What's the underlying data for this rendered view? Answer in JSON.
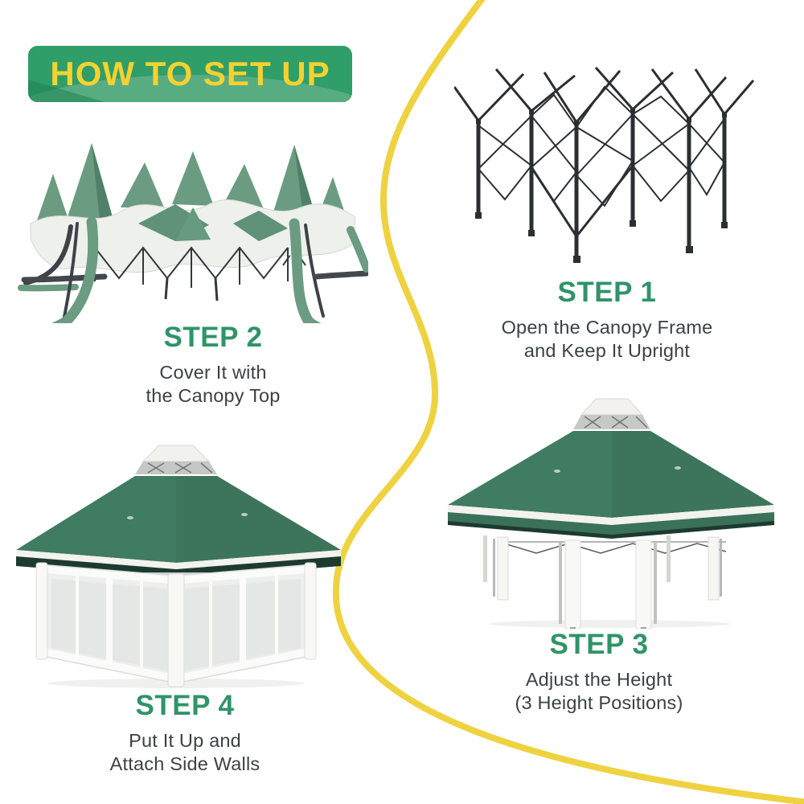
{
  "banner": {
    "title": "HOW TO SET UP"
  },
  "steps": [
    {
      "id": "step-1",
      "title": "STEP 1",
      "lines": [
        "Open the Canopy Frame",
        "and Keep It Upright"
      ],
      "illustration": "collapsed-canopy-frame"
    },
    {
      "id": "step-2",
      "title": "STEP 2",
      "lines": [
        "Cover It with",
        "the Canopy Top"
      ],
      "illustration": "frame-draped-with-canopy-top"
    },
    {
      "id": "step-3",
      "title": "STEP 3",
      "lines": [
        "Adjust the Height",
        "(3 Height Positions)"
      ],
      "illustration": "gazebo-frame-height-adjusted"
    },
    {
      "id": "step-4",
      "title": "STEP 4",
      "lines": [
        "Put It Up and",
        "Attach Side Walls"
      ],
      "illustration": "gazebo-with-side-walls-attached"
    }
  ],
  "colors": {
    "banner_green": "#2f9e68",
    "banner_swoosh_green": "#58ac81",
    "banner_title_yellow": "#f4d231",
    "step_title_green": "#2f9468",
    "body_text": "#3b4144",
    "divider_yellow": "#eed23f",
    "canopy_green": "#3f7c62",
    "canopy_trim_white": "#f3f2ee",
    "canopy_dark_band": "#1d3a31",
    "fabric_green": "#6b9c82",
    "frame_black": "#2b2f33"
  }
}
